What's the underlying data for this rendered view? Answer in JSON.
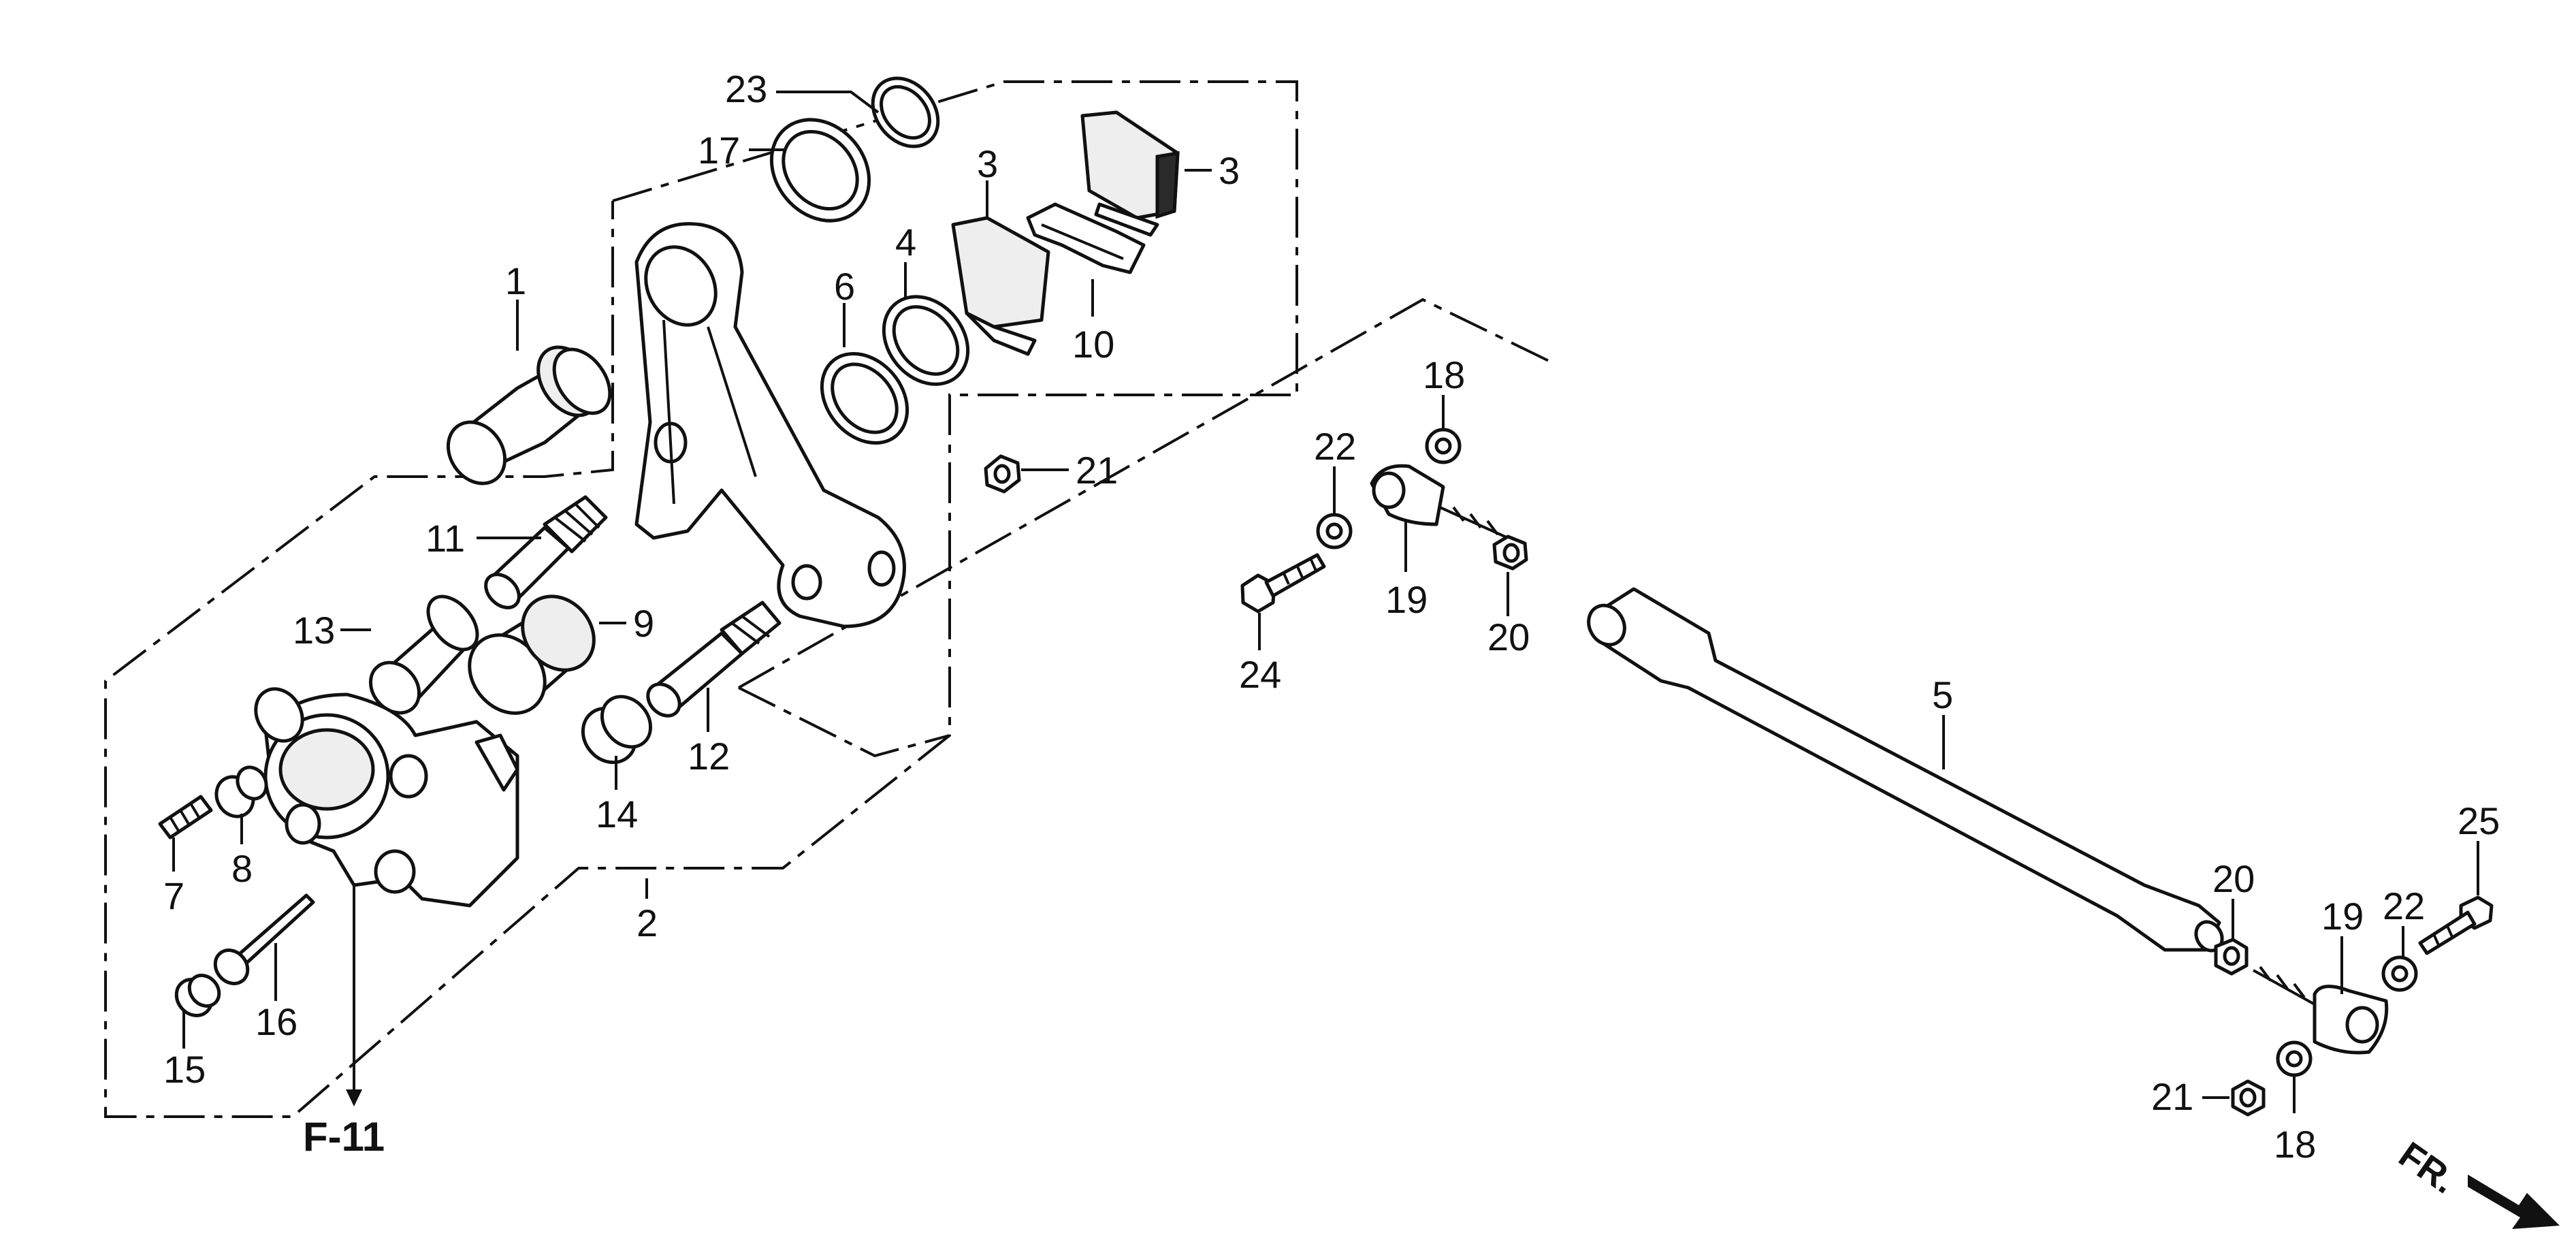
{
  "diagram": {
    "callouts": {
      "c1": "1",
      "c2": "2",
      "c3a": "3",
      "c3b": "3",
      "c4": "4",
      "c5": "5",
      "c6": "6",
      "c7": "7",
      "c8": "8",
      "c9": "9",
      "c10": "10",
      "c11": "11",
      "c12": "12",
      "c13": "13",
      "c14": "14",
      "c15": "15",
      "c16": "16",
      "c17": "17",
      "c18a": "18",
      "c18b": "18",
      "c19a": "19",
      "c19b": "19",
      "c20a": "20",
      "c20b": "20",
      "c21a": "21",
      "c21b": "21",
      "c22a": "22",
      "c22b": "22",
      "c23": "23",
      "c24": "24",
      "c25": "25"
    },
    "reference": "F-11",
    "front_label": "FR."
  }
}
